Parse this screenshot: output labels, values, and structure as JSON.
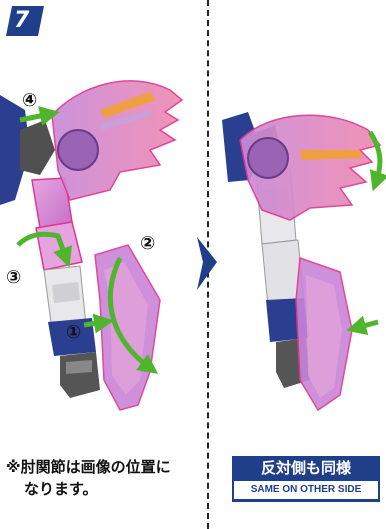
{
  "step": {
    "number": "7"
  },
  "markers": [
    "④",
    "③",
    "②",
    "①"
  ],
  "note": {
    "line1": "※肘関節は画像の位置に",
    "line2": "なります。"
  },
  "caption": {
    "jp": "反対側も同様",
    "en": "SAME ON OTHER SIDE"
  },
  "colors": {
    "badge": "#1f3f8a",
    "arrow_green": "#4fb52c",
    "armor_pink": "#d98ad6",
    "armor_edge": "#e0368e",
    "accent_orange": "#f0a040",
    "frame_blue": "#2a3f8f",
    "frame_gray": "#505050"
  }
}
